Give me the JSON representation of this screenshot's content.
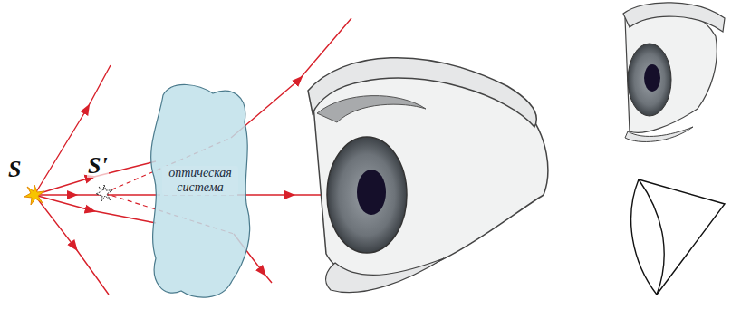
{
  "diagram": {
    "nodes": [
      {
        "text": [
          "оптическая система"
        ]
      }
    ],
    "labels": [
      "S",
      "S'"
    ]
  }
}
